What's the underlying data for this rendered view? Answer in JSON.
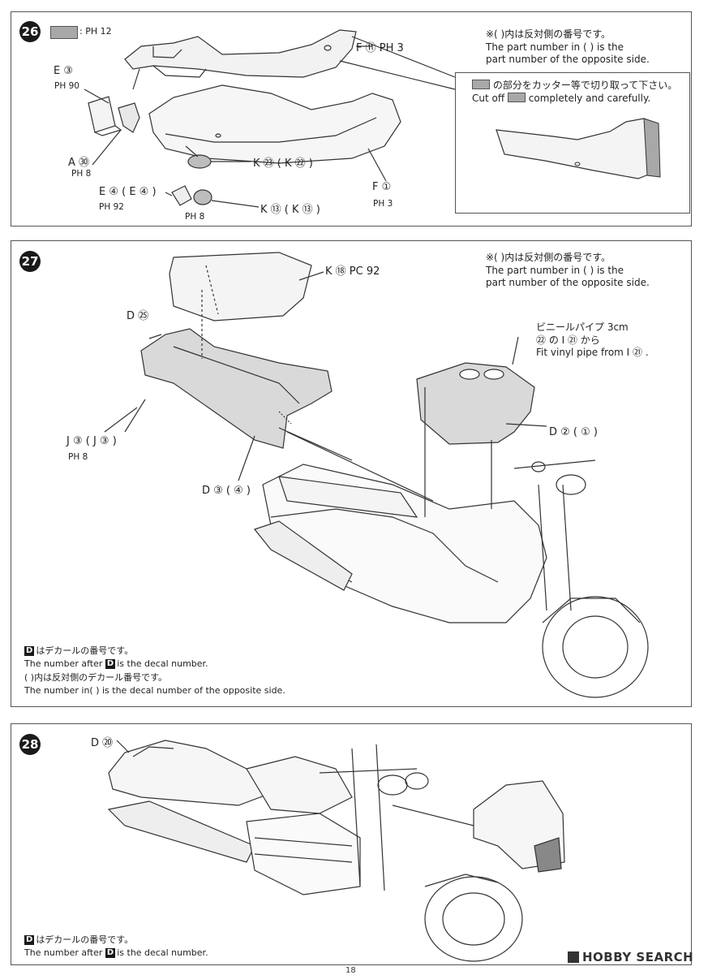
{
  "page_number": "18",
  "watermark": "HOBBY SEARCH",
  "step26": {
    "number": "26",
    "paint_legend": ": PH 12",
    "note_jp": "※( )内は反対側の番号です。",
    "note_en_1": "The part number in (   ) is the",
    "note_en_2": "part number of the opposite side.",
    "cut_jp": "の部分をカッター等で切り取って下さい。",
    "cut_en_1": "Cut off",
    "cut_en_2": "completely and carefully.",
    "labels": {
      "f11": "F ⑪ PH 3",
      "e3": "E ③",
      "e3_paint": "PH 90",
      "a30": "A ㉚",
      "a30_paint": "PH 8",
      "k23": "K ㉓ ( K ㉒ )",
      "f1": "F ①",
      "f1_paint": "PH 3",
      "e4": "E ④ ( E ④ )",
      "e4_paint": "PH 92",
      "k13_paint": "PH 8",
      "k13": "K ⑬ ( K ⑬ )"
    }
  },
  "step27": {
    "number": "27",
    "note_jp": "※( )内は反対側の番号です。",
    "note_en_1": "The part number in (   ) is the",
    "note_en_2": "part number of the opposite side.",
    "k18": "K ⑱ PC 92",
    "d25": "D ㉕",
    "vinyl_jp": "ビニールパイプ 3cm",
    "vinyl_jp_2": "㉒ の I ㉑ から",
    "vinyl_en": "Fit vinyl pipe from I ㉑ .",
    "d2": "D ② ( ① )",
    "j3": "J ③ ( J ③ )",
    "j3_paint": "PH 8",
    "d34": "D ③ ( ④ )",
    "decal_jp": "はデカールの番号です。",
    "decal_en": "is the decal number.",
    "decal_en_prefix": "The number after",
    "opp_jp": "(   )内は反対側のデカール番号です。",
    "opp_en": "The number in(   ) is the decal number of the opposite side."
  },
  "step28": {
    "number": "28",
    "d20": "D ⑳",
    "decal_jp": "はデカールの番号です。",
    "decal_en_prefix": "The number after",
    "decal_en": "is the decal number."
  }
}
